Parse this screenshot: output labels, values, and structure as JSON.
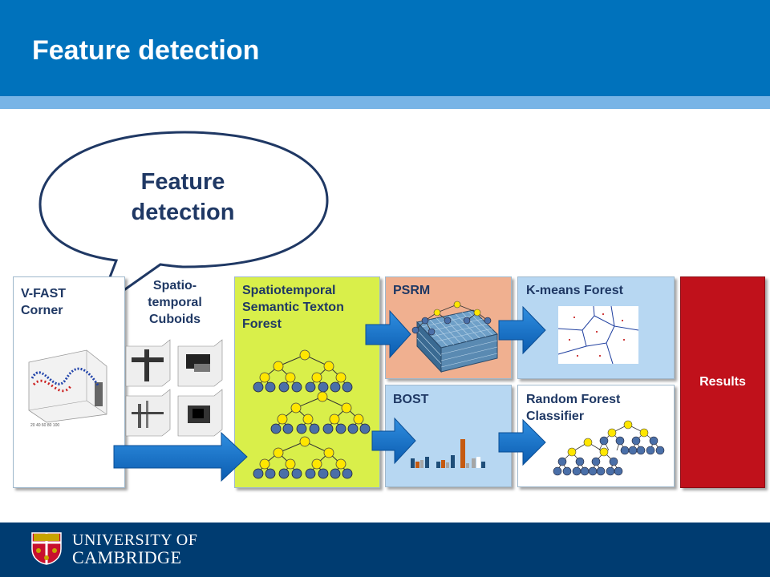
{
  "title": "Feature detection",
  "bubble": "Feature detection",
  "panels": {
    "vfast": "V-FAST Corner",
    "cuboids": "Spatio- temporal Cuboids",
    "stsf": "Spatiotemporal Semantic Texton Forest",
    "psrm": "PSRM",
    "bost": "BOST",
    "kmeans": "K-means Forest",
    "rfc": "Random Forest Classifier",
    "results": "Results"
  },
  "logo": {
    "line1": "UNIVERSITY OF",
    "line2": "CAMBRIDGE"
  },
  "colors": {
    "header": "#0072bc",
    "footer": "#003c71",
    "results": "#c0111b",
    "stsf": "#d9ef4a",
    "psrm": "#f0b090",
    "blue_panel": "#b7d7f2"
  },
  "icons": [
    "speech-bubble-icon",
    "arrow-icon",
    "tree-icon",
    "cube-grid-icon",
    "bar-histogram-icon",
    "voronoi-icon",
    "university-shield-icon"
  ]
}
